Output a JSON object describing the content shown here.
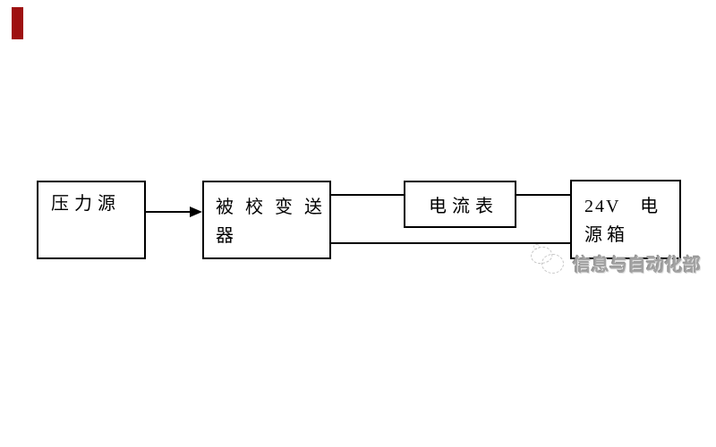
{
  "page": {
    "background_color": "#ffffff"
  },
  "accent_bar": {
    "color": "#9e1111"
  },
  "diagram": {
    "line_color": "#000000",
    "boxes": [
      {
        "name": "pressure-source",
        "label": "压力源",
        "lines": [
          "压力源"
        ]
      },
      {
        "name": "transmitter-under-calibration",
        "label": "被校变送器",
        "lines": [
          "被校变送",
          "器"
        ]
      },
      {
        "name": "ammeter",
        "label": "电流表",
        "lines": [
          "电流表"
        ]
      },
      {
        "name": "24v-power-supply-box",
        "label": "24V 电源箱",
        "lines": [
          "24V　电",
          "源箱"
        ]
      }
    ],
    "connections": [
      {
        "from": "pressure-source",
        "to": "transmitter-under-calibration",
        "style": "arrow"
      },
      {
        "from": "transmitter-under-calibration",
        "to": "ammeter",
        "style": "line",
        "position": "upper"
      },
      {
        "from": "ammeter",
        "to": "24v-power-supply-box",
        "style": "line",
        "position": "upper"
      },
      {
        "from": "transmitter-under-calibration",
        "to": "24v-power-supply-box",
        "style": "line",
        "position": "lower"
      }
    ]
  },
  "watermark": {
    "logo": "cat-face-logo",
    "text": "信息与自动化部",
    "color": "#a2a2a2"
  }
}
